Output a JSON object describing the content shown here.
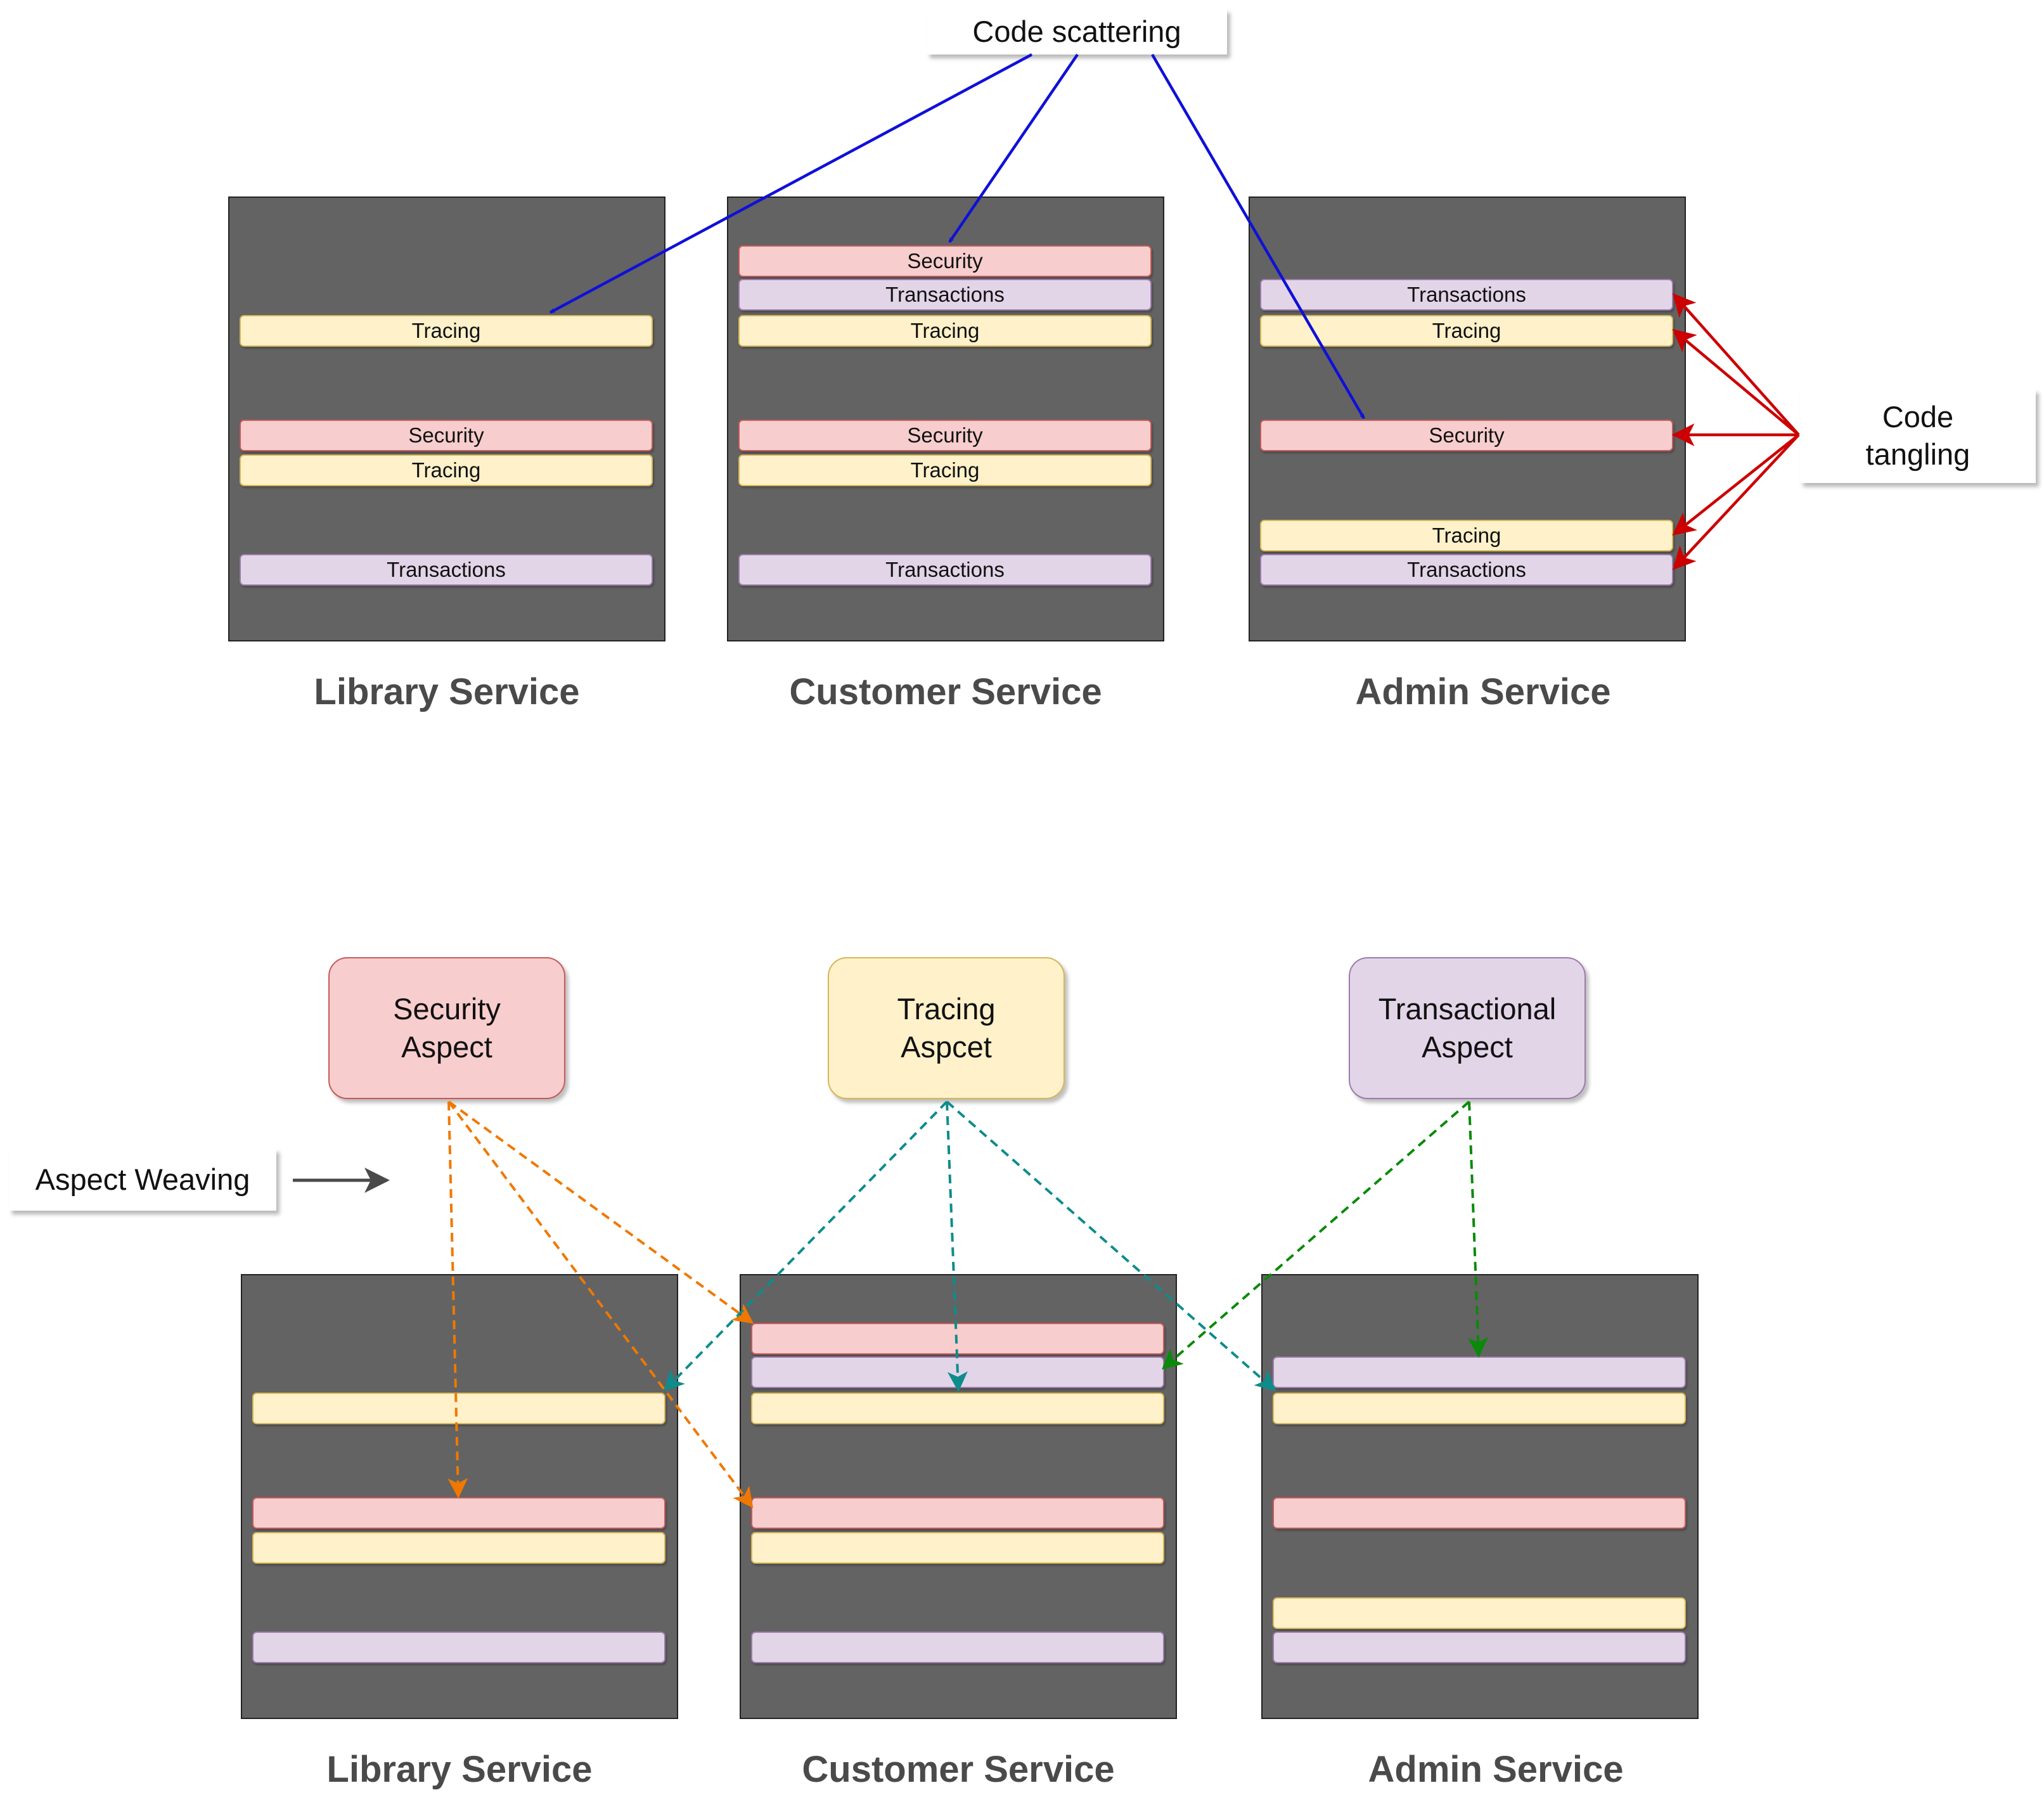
{
  "callouts": {
    "scattering": "Code scattering",
    "tangling": "Code\ntangling",
    "weaving": "Aspect Weaving"
  },
  "top_services": [
    {
      "name": "Library Service",
      "modules": [
        "Tracing",
        "Security",
        "Tracing",
        "Transactions"
      ]
    },
    {
      "name": "Customer Service",
      "modules": [
        "Security",
        "Transactions",
        "Tracing",
        "Security",
        "Tracing",
        "Transactions"
      ]
    },
    {
      "name": "Admin Service",
      "modules": [
        "Transactions",
        "Tracing",
        "Security",
        "Tracing",
        "Transactions"
      ]
    }
  ],
  "bottom_services": [
    {
      "name": "Library Service"
    },
    {
      "name": "Customer Service"
    },
    {
      "name": "Admin Service"
    }
  ],
  "aspects": [
    {
      "name": "Security\nAspect"
    },
    {
      "name": "Tracing\nAspcet"
    },
    {
      "name": "Transactional\nAspect"
    }
  ],
  "colors": {
    "security_fill": "#f8cdcd",
    "tracing_fill": "#fff1c9",
    "transactions_fill": "#e2d5e8",
    "service_fill": "#636363",
    "scattering_arrow": "#1010d8",
    "tangling_arrow": "#cc0000",
    "security_weave": "#f07800",
    "tracing_weave": "#0e8c8c",
    "transactional_weave": "#0a8a0a",
    "weaving_arrow": "#4a4a4a"
  }
}
